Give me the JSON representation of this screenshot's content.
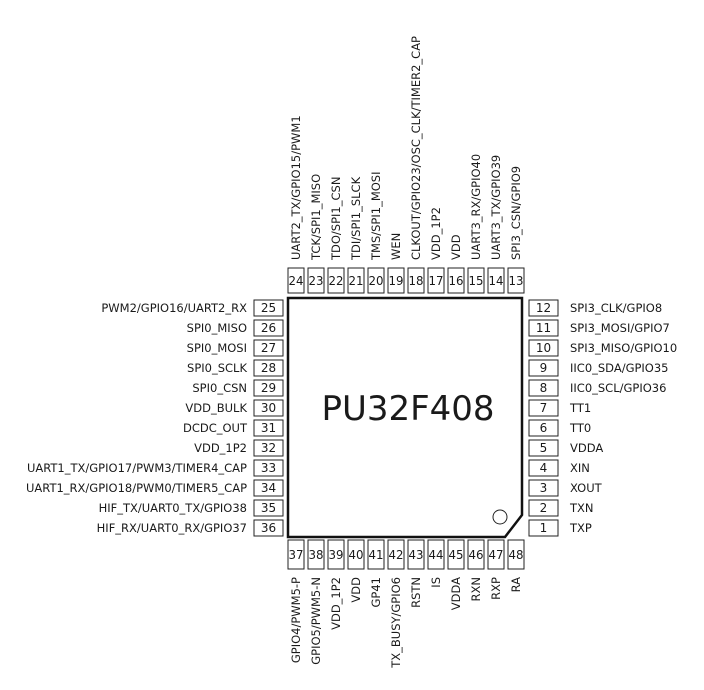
{
  "chip": {
    "name": "PU32F408"
  },
  "pins": {
    "right": [
      {
        "num": "12",
        "label": "SPI3_CLK/GPIO8"
      },
      {
        "num": "11",
        "label": "SPI3_MOSI/GPIO7"
      },
      {
        "num": "10",
        "label": "SPI3_MISO/GPIO10"
      },
      {
        "num": "9",
        "label": "IIC0_SDA/GPIO35"
      },
      {
        "num": "8",
        "label": "IIC0_SCL/GPIO36"
      },
      {
        "num": "7",
        "label": "TT1"
      },
      {
        "num": "6",
        "label": "TT0"
      },
      {
        "num": "5",
        "label": "VDDA"
      },
      {
        "num": "4",
        "label": "XIN"
      },
      {
        "num": "3",
        "label": "XOUT"
      },
      {
        "num": "2",
        "label": "TXN"
      },
      {
        "num": "1",
        "label": "TXP"
      }
    ],
    "top": [
      {
        "num": "24",
        "label": "UART2_TX/GPIO15/PWM1"
      },
      {
        "num": "23",
        "label": "TCK/SPI1_MISO"
      },
      {
        "num": "22",
        "label": "TDO/SPI1_CSN"
      },
      {
        "num": "21",
        "label": "TDI/SPI1_SLCK"
      },
      {
        "num": "20",
        "label": "TMS/SPI1_MOSI"
      },
      {
        "num": "19",
        "label": "WEN"
      },
      {
        "num": "18",
        "label": "CLKOUT/GPIO23/OSC_CLK/TIMER2_CAP"
      },
      {
        "num": "17",
        "label": "VDD_1P2"
      },
      {
        "num": "16",
        "label": "VDD"
      },
      {
        "num": "15",
        "label": "UART3_RX/GPIO40"
      },
      {
        "num": "14",
        "label": "UART3_TX/GPIO39"
      },
      {
        "num": "13",
        "label": "SPI3_CSN/GPIO9"
      }
    ],
    "left": [
      {
        "num": "25",
        "label": "PWM2/GPIO16/UART2_RX"
      },
      {
        "num": "26",
        "label": "SPI0_MISO"
      },
      {
        "num": "27",
        "label": "SPI0_MOSI"
      },
      {
        "num": "28",
        "label": "SPI0_SCLK"
      },
      {
        "num": "29",
        "label": "SPI0_CSN"
      },
      {
        "num": "30",
        "label": "VDD_BULK"
      },
      {
        "num": "31",
        "label": "DCDC_OUT"
      },
      {
        "num": "32",
        "label": "VDD_1P2"
      },
      {
        "num": "33",
        "label": "UART1_TX/GPIO17/PWM3/TIMER4_CAP"
      },
      {
        "num": "34",
        "label": "UART1_RX/GPIO18/PWM0/TIMER5_CAP"
      },
      {
        "num": "35",
        "label": "HIF_TX/UART0_TX/GPIO38"
      },
      {
        "num": "36",
        "label": "HIF_RX/UART0_RX/GPIO37"
      }
    ],
    "bottom": [
      {
        "num": "37",
        "label": "GPIO4/PWM5-P"
      },
      {
        "num": "38",
        "label": "GPIO5/PWM5-N"
      },
      {
        "num": "39",
        "label": "VDD_1P2"
      },
      {
        "num": "40",
        "label": "VDD"
      },
      {
        "num": "41",
        "label": "GP41"
      },
      {
        "num": "42",
        "label": "TX_BUSY/GPIO6"
      },
      {
        "num": "43",
        "label": "RSTN"
      },
      {
        "num": "44",
        "label": "IS"
      },
      {
        "num": "45",
        "label": "VDDA"
      },
      {
        "num": "46",
        "label": "RXN"
      },
      {
        "num": "47",
        "label": "RXP"
      },
      {
        "num": "48",
        "label": "RA"
      }
    ]
  }
}
